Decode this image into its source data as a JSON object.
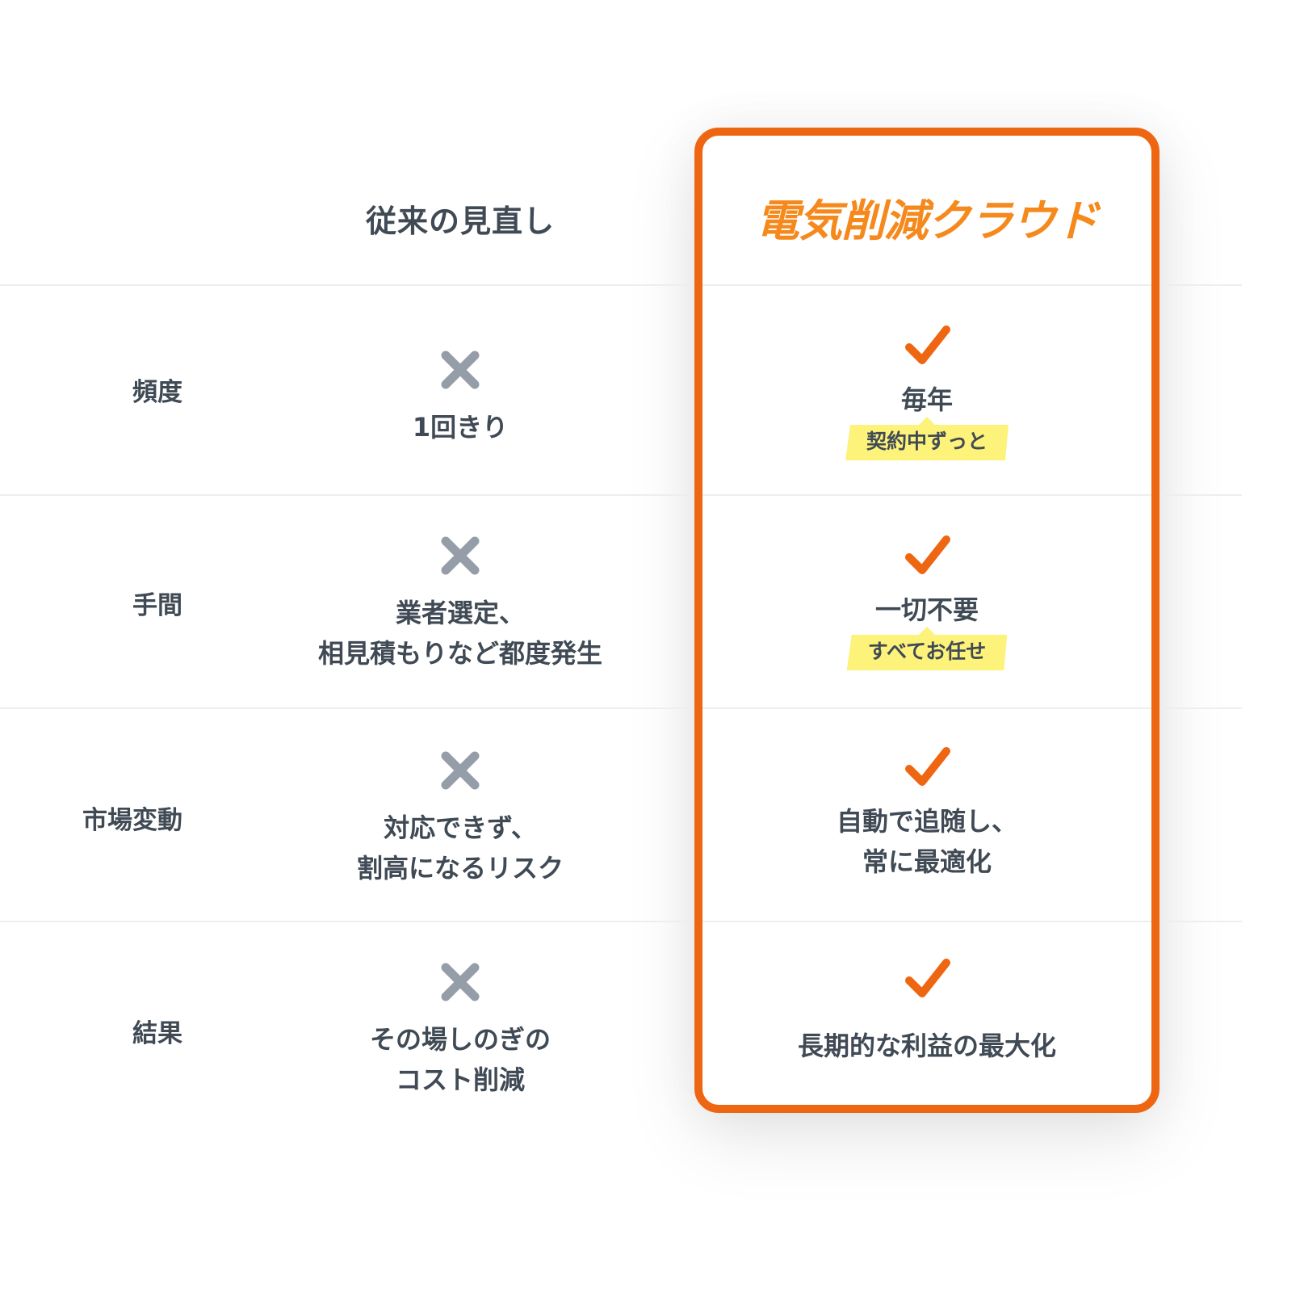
{
  "header": {
    "traditional_label": "従来の見直し",
    "brand_label": "電気削減クラウド"
  },
  "colors": {
    "accent_orange": "#ee6611",
    "brand_orange": "#f5891c",
    "badge_yellow": "#fdf27a",
    "cross_gray": "#959ea8",
    "text_dark": "#404a55",
    "separator": "#eeeeee"
  },
  "rows": [
    {
      "label": "頻度",
      "traditional": {
        "icon": "cross-icon",
        "text": "1回きり"
      },
      "brand": {
        "icon": "check-icon",
        "text": "毎年",
        "badge": "契約中ずっと"
      }
    },
    {
      "label": "手間",
      "traditional": {
        "icon": "cross-icon",
        "text": "業者選定、\n相見積もりなど都度発生"
      },
      "brand": {
        "icon": "check-icon",
        "text": "一切不要",
        "badge": "すべてお任せ"
      }
    },
    {
      "label": "市場変動",
      "traditional": {
        "icon": "cross-icon",
        "text": "対応できず、\n割高になるリスク"
      },
      "brand": {
        "icon": "check-icon",
        "text": "自動で追随し、\n常に最適化"
      }
    },
    {
      "label": "結果",
      "traditional": {
        "icon": "cross-icon",
        "text": "その場しのぎの\nコスト削減"
      },
      "brand": {
        "icon": "check-icon",
        "text": "長期的な利益の最大化"
      }
    }
  ]
}
